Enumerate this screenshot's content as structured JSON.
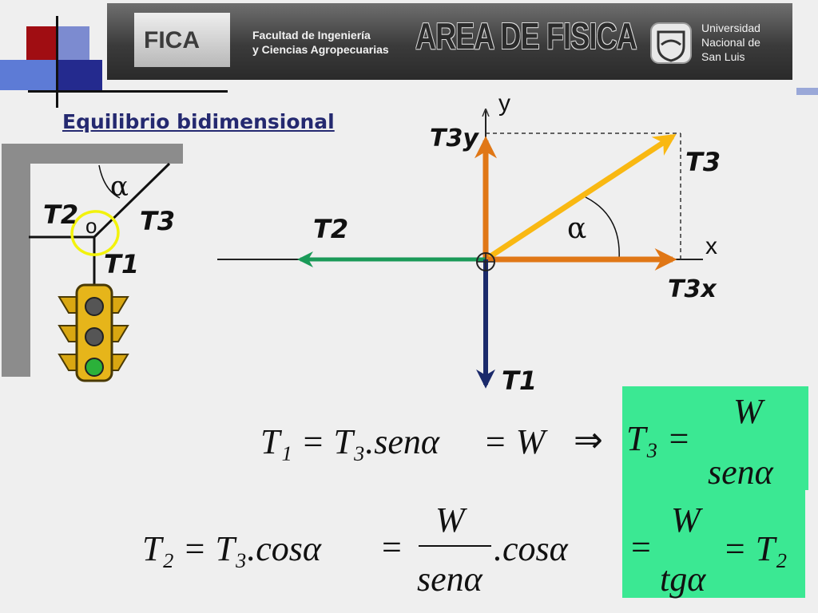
{
  "header": {
    "logo_text": "FICA",
    "faculty_line1": "Facultad de Ingeniería",
    "faculty_line2": "y Ciencias Agropecuarias",
    "area_title": "AREA DE FISICA",
    "university_lines": [
      "Universidad",
      "Nacional de",
      "San Luis"
    ]
  },
  "subtitle": "Equilibrio bidimensional",
  "left_diagram": {
    "alpha": "α",
    "T2": "T2",
    "T3": "T3",
    "T1": "T1",
    "o": "o"
  },
  "vector_diagram": {
    "y_axis": "y",
    "x_axis": "x",
    "T3y": "T3y",
    "T3": "T3",
    "T2": "T2",
    "alpha": "α",
    "T3x": "T3x",
    "T1": "T1",
    "colors": {
      "T3": "#f9b812",
      "components": "#e07716",
      "T2": "#1a9a58",
      "T1": "#1b2a6b"
    }
  },
  "equations": {
    "eq1_left": "T₁ = T₃.senα",
    "eq1_mid": "= W",
    "implies": "⇒",
    "eq1_T3": "T₃ =",
    "eq1_num": "W",
    "eq1_den": "senα",
    "eq2_left": "T₂ = T₃.cosα",
    "eq2_eq": "=",
    "eq2_num": "W",
    "eq2_den": "senα",
    "eq2_cos": ".cosα",
    "eq3_eq": "=",
    "eq3_num": "W",
    "eq3_den": "tgα",
    "eq3_right": "= T₂"
  }
}
